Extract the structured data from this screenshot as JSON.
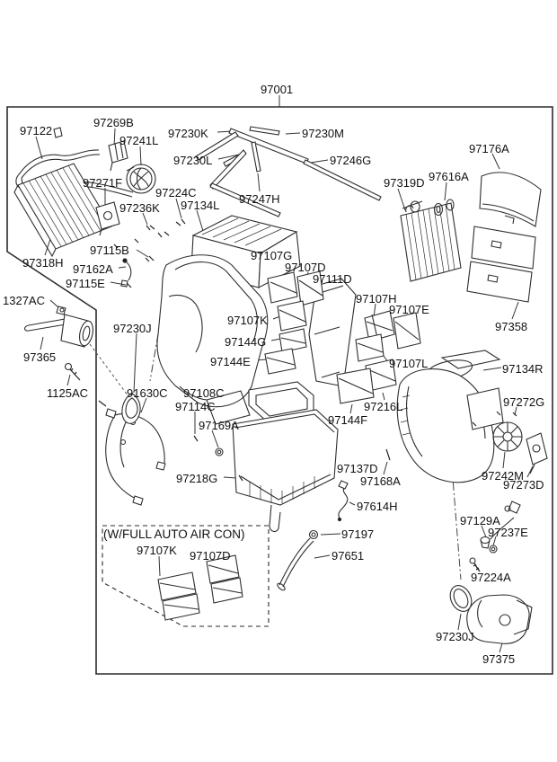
{
  "diagram": {
    "title_part": "97001",
    "note": "(W/FULL AUTO AIR CON)",
    "colors": {
      "line": "#2e2e2e",
      "text": "#111111",
      "background": "#ffffff"
    },
    "parts": {
      "p97001": "97001",
      "p97122": "97122",
      "p97269B": "97269B",
      "p97241L": "97241L",
      "p97230K": "97230K",
      "p97230M": "97230M",
      "p97230L": "97230L",
      "p97246G": "97246G",
      "p97176A": "97176A",
      "p97271F": "97271F",
      "p97224C": "97224C",
      "p97247H": "97247H",
      "p97236K": "97236K",
      "p97134L": "97134L",
      "p97319D": "97319D",
      "p97616A": "97616A",
      "p97318H": "97318H",
      "p97115B": "97115B",
      "p97162A": "97162A",
      "p97115E": "97115E",
      "p97107G": "97107G",
      "p97107D": "97107D",
      "p97111D": "97111D",
      "p97107H": "97107H",
      "p97107E": "97107E",
      "p1327AC": "1327AC",
      "p97230J": "97230J",
      "p97107K": "97107K",
      "p97144G": "97144G",
      "p97144E": "97144E",
      "p97107L": "97107L",
      "p97358": "97358",
      "p97365": "97365",
      "p97134R": "97134R",
      "p1125AC": "1125AC",
      "p91630C": "91630C",
      "p97108C": "97108C",
      "p97114C": "97114C",
      "p97216L": "97216L",
      "p97272G": "97272G",
      "p97169A": "97169A",
      "p97144F": "97144F",
      "p97218G": "97218G",
      "p97137D": "97137D",
      "p97168A": "97168A",
      "p97242M": "97242M",
      "p97273D": "97273D",
      "p97614H": "97614H",
      "p97129A": "97129A",
      "p97237E": "97237E",
      "p97197": "97197",
      "p97651": "97651",
      "p97224A": "97224A",
      "p97107K2": "97107K",
      "p97107D2": "97107D",
      "p97230J2": "97230J",
      "p97375": "97375"
    }
  }
}
